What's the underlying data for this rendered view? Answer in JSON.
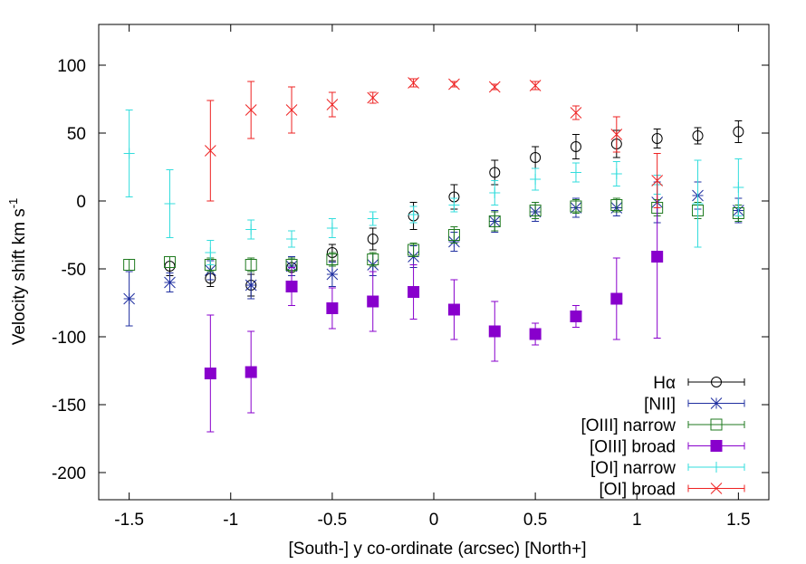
{
  "chart_data": {
    "type": "scatter",
    "title": "",
    "xlabel": "[South-] y co-ordinate (arcsec) [North+]",
    "ylabel": "Velocity shift km s",
    "ylabel_sup": "-1",
    "xlim": [
      -1.65,
      1.65
    ],
    "ylim": [
      -220,
      130
    ],
    "x_ticks": [
      -1.5,
      -1,
      -0.5,
      0,
      0.5,
      1,
      1.5
    ],
    "x_tick_labels": [
      "-1.5",
      "-1",
      "-0.5",
      "0",
      "0.5",
      "1",
      "1.5"
    ],
    "y_ticks": [
      -200,
      -150,
      -100,
      -50,
      0,
      50,
      100
    ],
    "y_tick_labels": [
      "-200",
      "-150",
      "-100",
      "-50",
      "0",
      "50",
      "100"
    ],
    "grid": false,
    "legend_position": "bottom-right",
    "series": [
      {
        "name": "Hα",
        "marker": "open-circle",
        "color": "#000000",
        "points": [
          {
            "x": -1.3,
            "y": -48,
            "err": 7
          },
          {
            "x": -1.1,
            "y": -57,
            "err": 6
          },
          {
            "x": -0.9,
            "y": -62,
            "err": 8
          },
          {
            "x": -0.7,
            "y": -49,
            "err": 6
          },
          {
            "x": -0.5,
            "y": -38,
            "err": 6
          },
          {
            "x": -0.3,
            "y": -28,
            "err": 8
          },
          {
            "x": -0.1,
            "y": -11,
            "err": 10
          },
          {
            "x": 0.1,
            "y": 3,
            "err": 9
          },
          {
            "x": 0.3,
            "y": 21,
            "err": 9
          },
          {
            "x": 0.5,
            "y": 32,
            "err": 8
          },
          {
            "x": 0.7,
            "y": 40,
            "err": 9
          },
          {
            "x": 0.9,
            "y": 42,
            "err": 10
          },
          {
            "x": 1.1,
            "y": 46,
            "err": 7
          },
          {
            "x": 1.3,
            "y": 48,
            "err": 6
          },
          {
            "x": 1.5,
            "y": 51,
            "err": 8
          }
        ]
      },
      {
        "name": "[NII]",
        "marker": "star",
        "color": "#1f2fa0",
        "points": [
          {
            "x": -1.5,
            "y": -72,
            "err": 20
          },
          {
            "x": -1.3,
            "y": -60,
            "err": 7
          },
          {
            "x": -1.1,
            "y": -51,
            "err": 7
          },
          {
            "x": -0.9,
            "y": -62,
            "err": 10
          },
          {
            "x": -0.7,
            "y": -48,
            "err": 7
          },
          {
            "x": -0.5,
            "y": -54,
            "err": 9
          },
          {
            "x": -0.3,
            "y": -47,
            "err": 8
          },
          {
            "x": -0.1,
            "y": -41,
            "err": 8
          },
          {
            "x": 0.1,
            "y": -30,
            "err": 7
          },
          {
            "x": 0.3,
            "y": -15,
            "err": 8
          },
          {
            "x": 0.5,
            "y": -8,
            "err": 7
          },
          {
            "x": 0.7,
            "y": -5,
            "err": 7
          },
          {
            "x": 0.9,
            "y": -5,
            "err": 6
          },
          {
            "x": 1.1,
            "y": -1,
            "err": 15
          },
          {
            "x": 1.3,
            "y": 4,
            "err": 10
          },
          {
            "x": 1.5,
            "y": -7,
            "err": 9
          }
        ]
      },
      {
        "name": "[OIII] narrow",
        "marker": "open-square",
        "color": "#1f7a1f",
        "points": [
          {
            "x": -1.5,
            "y": -47,
            "err": 4
          },
          {
            "x": -1.3,
            "y": -45,
            "err": 4
          },
          {
            "x": -1.1,
            "y": -47,
            "err": 5
          },
          {
            "x": -0.9,
            "y": -47,
            "err": 5
          },
          {
            "x": -0.7,
            "y": -47,
            "err": 5
          },
          {
            "x": -0.5,
            "y": -43,
            "err": 5
          },
          {
            "x": -0.3,
            "y": -43,
            "err": 5
          },
          {
            "x": -0.1,
            "y": -36,
            "err": 5
          },
          {
            "x": 0.1,
            "y": -25,
            "err": 6
          },
          {
            "x": 0.3,
            "y": -15,
            "err": 7
          },
          {
            "x": 0.5,
            "y": -7,
            "err": 6
          },
          {
            "x": 0.7,
            "y": -4,
            "err": 5
          },
          {
            "x": 0.9,
            "y": -3,
            "err": 5
          },
          {
            "x": 1.1,
            "y": -5,
            "err": 6
          },
          {
            "x": 1.3,
            "y": -7,
            "err": 6
          },
          {
            "x": 1.5,
            "y": -9,
            "err": 6
          }
        ]
      },
      {
        "name": "[OIII] broad",
        "marker": "filled-square",
        "color": "#8800cc",
        "points": [
          {
            "x": -1.1,
            "y": -127,
            "err": 43
          },
          {
            "x": -0.9,
            "y": -126,
            "err": 30
          },
          {
            "x": -0.7,
            "y": -63,
            "err": 14
          },
          {
            "x": -0.5,
            "y": -79,
            "err": 15
          },
          {
            "x": -0.3,
            "y": -74,
            "err": 22
          },
          {
            "x": -0.1,
            "y": -67,
            "err": 20
          },
          {
            "x": 0.1,
            "y": -80,
            "err": 22
          },
          {
            "x": 0.3,
            "y": -96,
            "err": 22
          },
          {
            "x": 0.5,
            "y": -98,
            "err": 8
          },
          {
            "x": 0.7,
            "y": -85,
            "err": 8
          },
          {
            "x": 0.9,
            "y": -72,
            "err": 30
          },
          {
            "x": 1.1,
            "y": -41,
            "err": 60
          }
        ]
      },
      {
        "name": "[OI] narrow",
        "marker": "plus",
        "color": "#33dddd",
        "points": [
          {
            "x": -1.5,
            "y": 35,
            "err": 32
          },
          {
            "x": -1.3,
            "y": -2,
            "err": 25
          },
          {
            "x": -1.1,
            "y": -38,
            "err": 9
          },
          {
            "x": -0.9,
            "y": -21,
            "err": 7
          },
          {
            "x": -0.7,
            "y": -28,
            "err": 6
          },
          {
            "x": -0.5,
            "y": -20,
            "err": 7
          },
          {
            "x": -0.3,
            "y": -13,
            "err": 5
          },
          {
            "x": -0.1,
            "y": -10,
            "err": 6
          },
          {
            "x": 0.1,
            "y": -3,
            "err": 5
          },
          {
            "x": 0.3,
            "y": 6,
            "err": 9
          },
          {
            "x": 0.5,
            "y": 16,
            "err": 8
          },
          {
            "x": 0.7,
            "y": 21,
            "err": 7
          },
          {
            "x": 0.9,
            "y": 20,
            "err": 9
          },
          {
            "x": 1.1,
            "y": 12,
            "err": 7
          },
          {
            "x": 1.3,
            "y": -2,
            "err": 32
          },
          {
            "x": 1.5,
            "y": 10,
            "err": 21
          }
        ]
      },
      {
        "name": "[OI] broad",
        "marker": "x",
        "color": "#ee2222",
        "points": [
          {
            "x": -1.1,
            "y": 37,
            "err": 37
          },
          {
            "x": -0.9,
            "y": 67,
            "err": 21
          },
          {
            "x": -0.7,
            "y": 67,
            "err": 17
          },
          {
            "x": -0.5,
            "y": 71,
            "err": 9
          },
          {
            "x": -0.3,
            "y": 76,
            "err": 4
          },
          {
            "x": -0.1,
            "y": 87,
            "err": 3
          },
          {
            "x": 0.1,
            "y": 86,
            "err": 2
          },
          {
            "x": 0.3,
            "y": 84,
            "err": 2
          },
          {
            "x": 0.5,
            "y": 85,
            "err": 3
          },
          {
            "x": 0.7,
            "y": 65,
            "err": 5
          },
          {
            "x": 0.9,
            "y": 49,
            "err": 13
          },
          {
            "x": 1.1,
            "y": 15,
            "err": 20
          }
        ]
      }
    ]
  }
}
